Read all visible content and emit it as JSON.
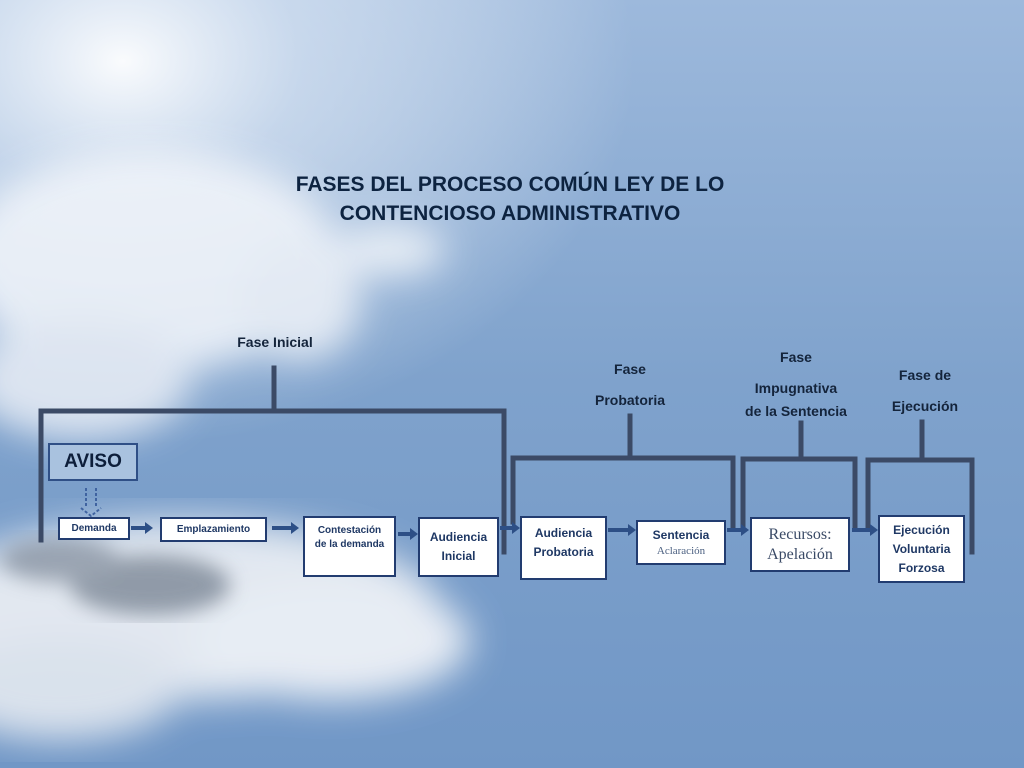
{
  "title": {
    "line1": "FASES DEL PROCESO COMÚN LEY DE LO",
    "line2": "CONTENCIOSO ADMINISTRATIVO"
  },
  "phases": {
    "inicial": "Fase Inicial",
    "probatoria_1": "Fase",
    "probatoria_2": "Probatoria",
    "impugnativa_1": "Fase",
    "impugnativa_2": "Impugnativa",
    "impugnativa_3": "de la Sentencia",
    "ejecucion_1": "Fase de",
    "ejecucion_2": "Ejecución"
  },
  "aviso": "AVISO",
  "steps": {
    "demanda": "Demanda",
    "emplazamiento": "Emplazamiento",
    "contestacion_1": "Contestación",
    "contestacion_2": "de la demanda",
    "audiencia_inicial_1": "Audiencia",
    "audiencia_inicial_2": "Inicial",
    "audiencia_probatoria_1": "Audiencia",
    "audiencia_probatoria_2": "Probatoria",
    "sentencia": "Sentencia",
    "aclaracion": "Aclaración",
    "recursos_1": "Recursos:",
    "recursos_2": "Apelación",
    "ejecucion_1": "Ejecución",
    "ejecucion_2": "Voluntaria",
    "ejecucion_3": "Forzosa"
  },
  "colors": {
    "sky_top": "#8fb0d6",
    "sky_bottom": "#6e95c4",
    "bracket": "#3b4a66",
    "box_border": "#223c70",
    "arrow": "#2d4f86"
  }
}
